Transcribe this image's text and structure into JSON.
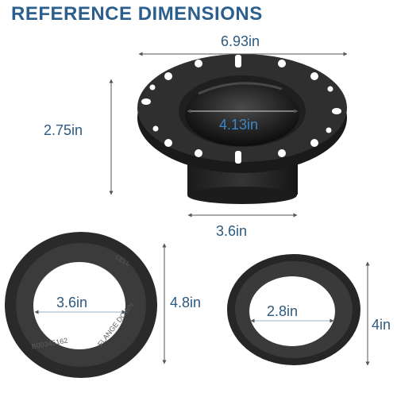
{
  "title": "REFERENCE DIMENSIONS",
  "flange": {
    "width": "6.93in",
    "height": "2.75in",
    "inner": "4.13in",
    "base": "3.6in"
  },
  "large_gasket": {
    "inner": "3.6in",
    "outer": "4.8in",
    "print_lines": [
      "FLANGE DOWN",
      "B00345162",
      "CELL"
    ]
  },
  "small_gasket": {
    "inner": "2.8in",
    "outer": "4in"
  },
  "colors": {
    "title": "#2c5f8e",
    "dimension_text": "#2d5a80",
    "inner_label": "#3d86c6",
    "part": "#2b2b2b"
  }
}
